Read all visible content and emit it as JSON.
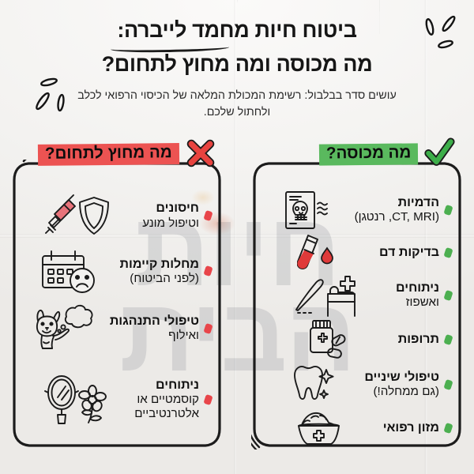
{
  "header": {
    "title_line1": "ביטוח חיות מחמד לייברה:",
    "title_line2": "מה מכוסה ומה מחוץ לתחום?",
    "subtitle": "עושים סדר בבלבול: רשימת המכולת המלאה של הכיסוי הרפואי לכלב ולחתול שלכם."
  },
  "background": {
    "watermark_line1": "חיות",
    "watermark_line2": "הבית"
  },
  "colors": {
    "green_band": "#5ab95e",
    "red_band": "#ec5352",
    "green_bullet": "#4caf50",
    "red_bullet": "#e8454a",
    "check_mark": "#3dae4a",
    "x_mark": "#e8433f",
    "ink": "#101010",
    "paper": "#f3f2f0"
  },
  "columns": [
    {
      "id": "covered",
      "heading": "מה מכוסה?",
      "mark_icon": "check-mark-icon",
      "items": [
        {
          "label": "הדמיות",
          "sub": "(CT, MRI, רנטגן)",
          "icon": "xray-skull-icon"
        },
        {
          "label": "בדיקות דם",
          "sub": "",
          "icon": "blood-test-tube-icon"
        },
        {
          "label": "ניתוחים",
          "sub": "ואשפוז",
          "icon": "surgery-hospital-bed-icon"
        },
        {
          "label": "תרופות",
          "sub": "",
          "icon": "medicine-bottle-icon"
        },
        {
          "label": "טיפולי שיניים",
          "sub": "(גם ממחלה!)",
          "icon": "tooth-sparkle-icon"
        },
        {
          "label": "מזון רפואי",
          "sub": "",
          "icon": "pet-food-bowl-icon"
        }
      ]
    },
    {
      "id": "excluded",
      "heading": "מה מחוץ לתחום?",
      "mark_icon": "x-mark-icon",
      "items": [
        {
          "label": "חיסונים",
          "sub": "וטיפול מונע",
          "icon": "syringe-shield-icon"
        },
        {
          "label": "מחלות קיימות",
          "sub": "(לפני הביטוח)",
          "icon": "calendar-sad-face-icon"
        },
        {
          "label": "טיפולי התנהגות",
          "sub": "ואילוף",
          "icon": "dog-thought-bubble-icon"
        },
        {
          "label": "ניתוחים",
          "sub": "קוסמטיים או\nאלטרנטיביים",
          "icon": "mirror-flower-icon"
        }
      ]
    }
  ]
}
